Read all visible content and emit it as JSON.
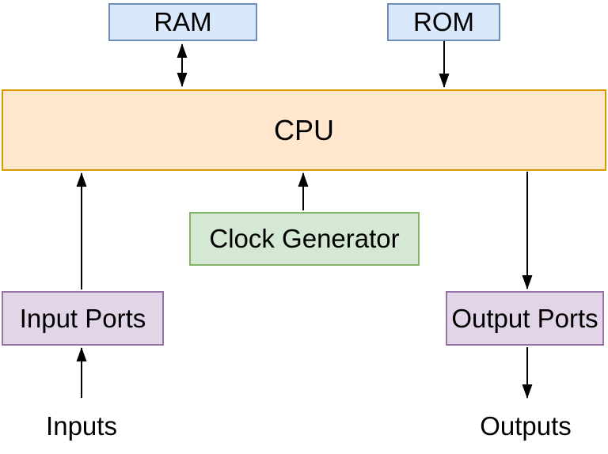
{
  "nodes": {
    "ram": {
      "label": "RAM",
      "fill": "#dae8fc",
      "stroke": "#6c8ebf"
    },
    "rom": {
      "label": "ROM",
      "fill": "#dae8fc",
      "stroke": "#6c8ebf"
    },
    "cpu": {
      "label": "CPU",
      "fill": "#ffe6cc",
      "stroke": "#d79b00"
    },
    "clock": {
      "label": "Clock Generator",
      "fill": "#d5e8d4",
      "stroke": "#82b366"
    },
    "input_ports": {
      "label": "Input Ports",
      "fill": "#e1d5e7",
      "stroke": "#9673a6"
    },
    "output_ports": {
      "label": "Output Ports",
      "fill": "#e1d5e7",
      "stroke": "#9673a6"
    }
  },
  "labels": {
    "inputs": "Inputs",
    "outputs": "Outputs"
  },
  "edges": [
    {
      "from": "ram",
      "to": "cpu",
      "direction": "bidirectional"
    },
    {
      "from": "rom",
      "to": "cpu",
      "direction": "one-way"
    },
    {
      "from": "clock",
      "to": "cpu",
      "direction": "one-way"
    },
    {
      "from": "input_ports",
      "to": "cpu",
      "direction": "one-way"
    },
    {
      "from": "inputs",
      "to": "input_ports",
      "direction": "one-way"
    },
    {
      "from": "cpu",
      "to": "output_ports",
      "direction": "one-way"
    },
    {
      "from": "output_ports",
      "to": "outputs",
      "direction": "one-way"
    }
  ],
  "colors": {
    "arrow": "#000000",
    "background": "#ffffff",
    "text": "#000000"
  }
}
